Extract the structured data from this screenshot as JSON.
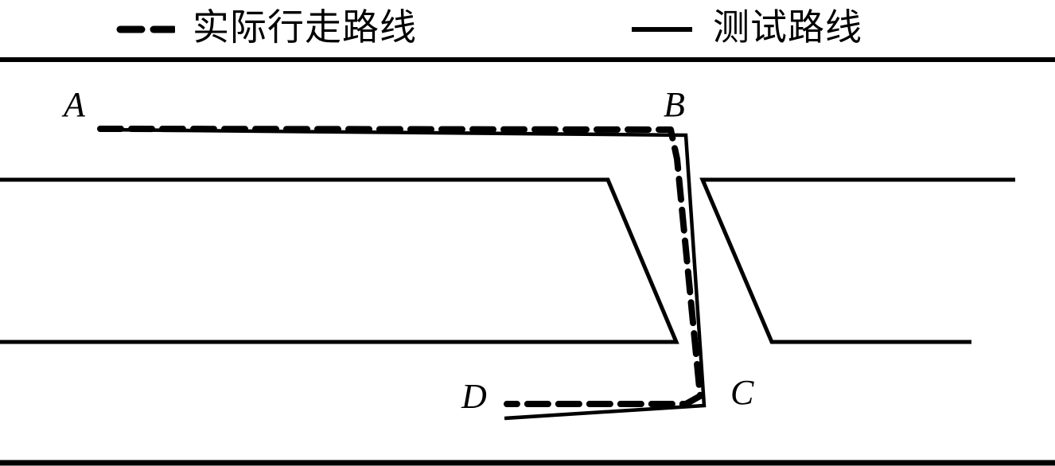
{
  "legend": {
    "items": [
      {
        "label": "实际行走路线",
        "style": "dashed",
        "color": "#000000"
      },
      {
        "label": "测试路线",
        "style": "solid",
        "color": "#000000"
      }
    ]
  },
  "points": {
    "A": "A",
    "B": "B",
    "C": "C",
    "D": "D"
  },
  "colors": {
    "stroke": "#000000",
    "background": "#ffffff"
  }
}
